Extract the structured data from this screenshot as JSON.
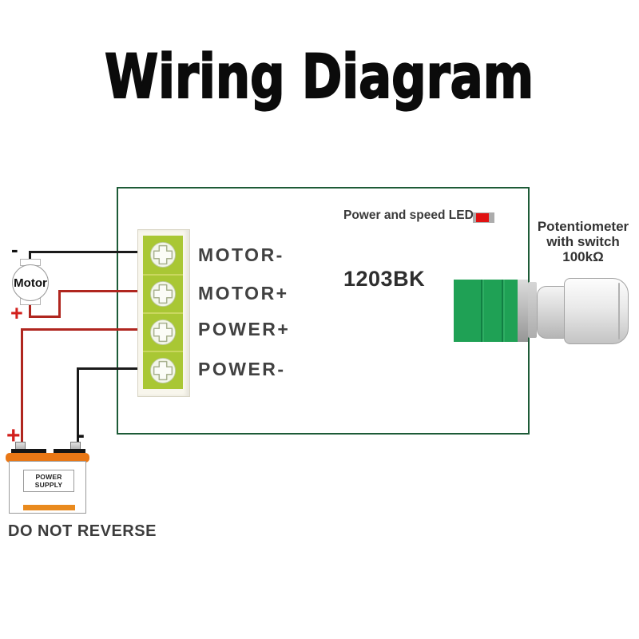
{
  "title": "Wiring Diagram",
  "board": {
    "model": "1203BK",
    "led_label": "Power and speed LED",
    "terminals": [
      {
        "label": "MOTOR-"
      },
      {
        "label": "MOTOR+"
      },
      {
        "label": "POWER+"
      },
      {
        "label": "POWER-"
      }
    ]
  },
  "potentiometer": {
    "line1": "Potentiometer",
    "line2": "with switch",
    "line3": "100kΩ"
  },
  "motor": {
    "label": "Motor",
    "minus_symbol": "-",
    "plus_symbol": "+"
  },
  "power_supply": {
    "label": "POWER SUPPLY",
    "plus_symbol": "+",
    "minus_symbol": "-",
    "warning": "DO NOT REVERSE"
  },
  "colors": {
    "wire_red": "#b0261f",
    "wire_black": "#1a1a1a",
    "board_border_green": "#1d5b37",
    "terminal_block_green": "#a9c734",
    "potentiometer_green": "#1fa155",
    "battery_orange": "#e97715",
    "led_red": "#e01212"
  }
}
